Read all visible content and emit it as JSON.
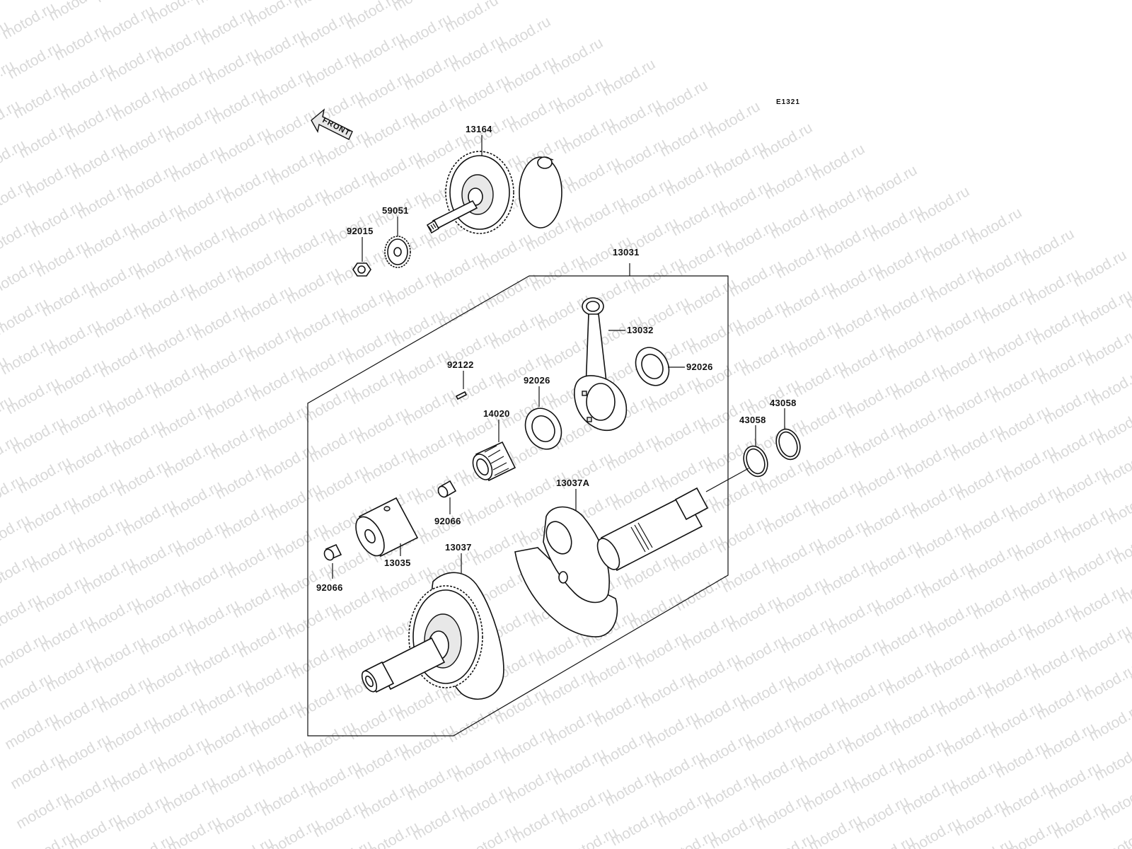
{
  "diagram_code": "E1321",
  "front_label": "FRONT",
  "watermark": "motod.ru",
  "parts": {
    "p13164": "13164",
    "p59051": "59051",
    "p92015": "92015",
    "p13031": "13031",
    "p13032": "13032",
    "p92026_right": "92026",
    "p92026_left": "92026",
    "p92122": "92122",
    "p14020": "14020",
    "p43058_a": "43058",
    "p43058_b": "43058",
    "p13037A": "13037A",
    "p92066_upper": "92066",
    "p13035": "13035",
    "p13037": "13037",
    "p92066_lower": "92066"
  }
}
